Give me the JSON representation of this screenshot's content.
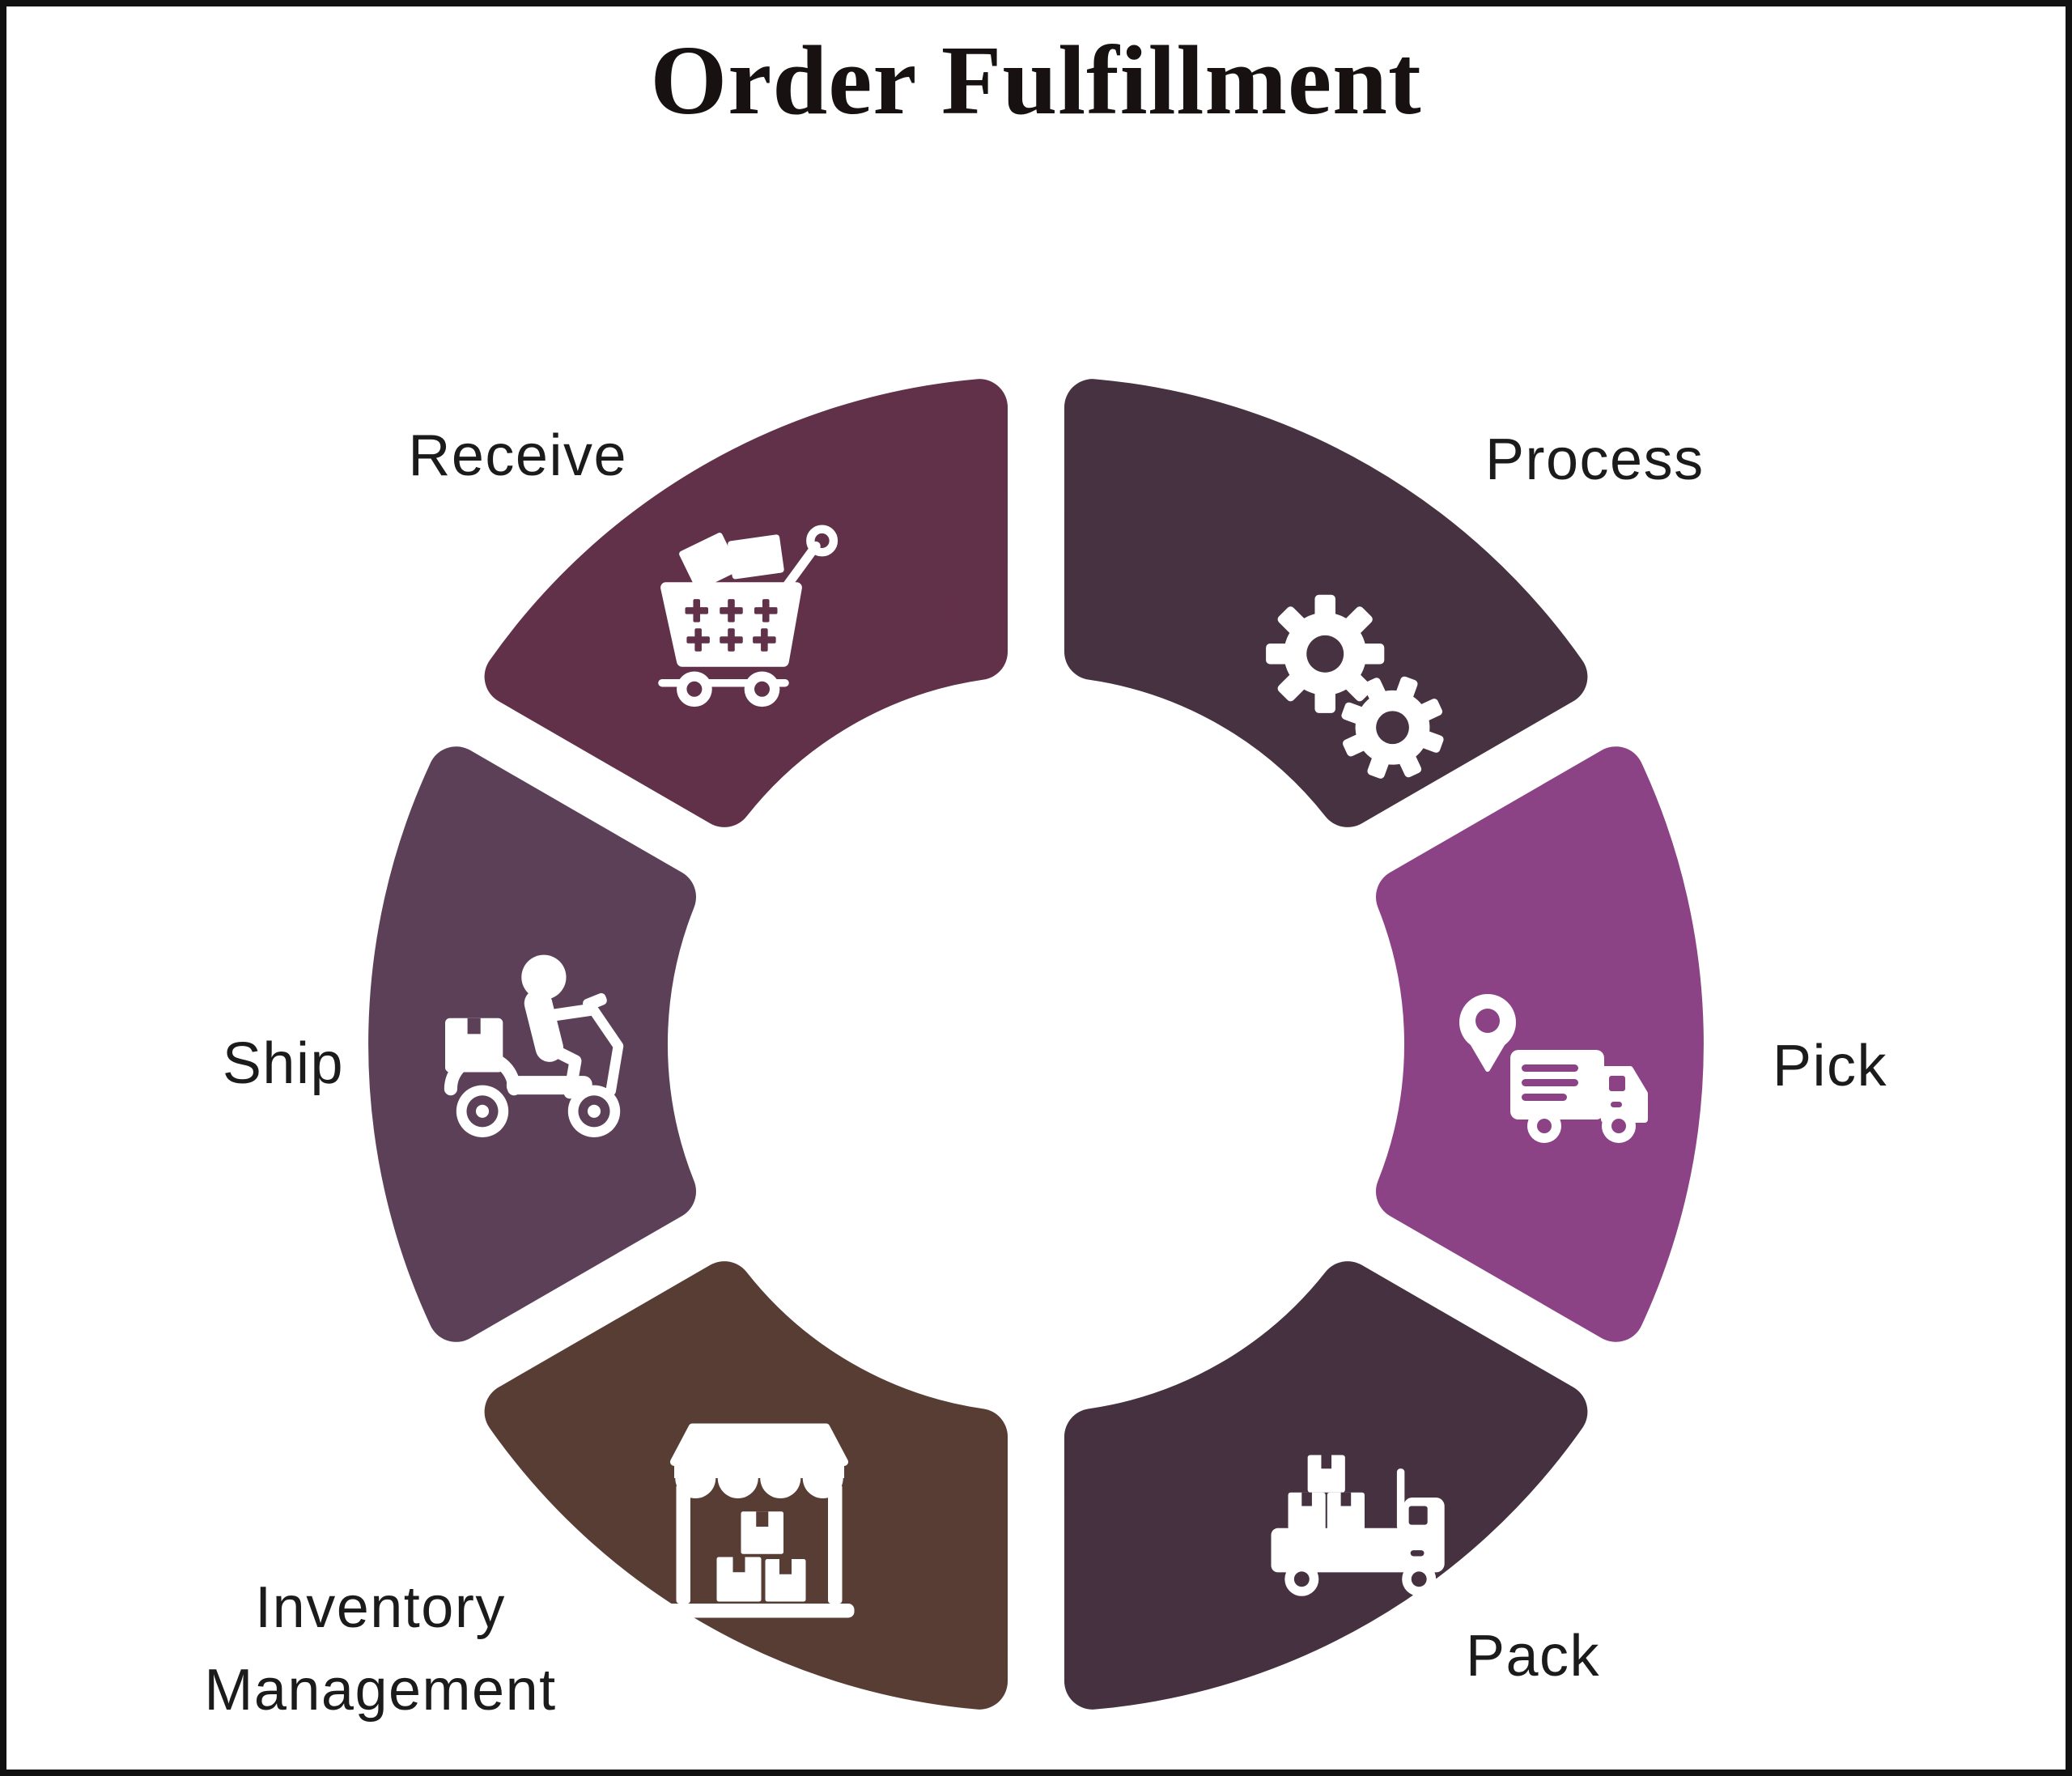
{
  "title": "Order Fulfillment",
  "canvas": {
    "background": "#ffffff",
    "border_color": "#111111"
  },
  "segments": [
    {
      "id": "receive",
      "label": "Receive",
      "color": "#613049",
      "icon": "shopping-cart-icon"
    },
    {
      "id": "process",
      "label": "Process",
      "color": "#463241",
      "icon": "gears-icon"
    },
    {
      "id": "pick",
      "label": "Pick",
      "color": "#8B4385",
      "icon": "delivery-truck-location-icon"
    },
    {
      "id": "pack",
      "label": "Pack",
      "color": "#453140",
      "icon": "truck-loaded-boxes-icon"
    },
    {
      "id": "inventory-management",
      "label": "Inventory Management",
      "color": "#583D34",
      "icon": "storefront-boxes-icon"
    },
    {
      "id": "ship",
      "label": "Ship",
      "color": "#5C4058",
      "icon": "delivery-scooter-icon"
    }
  ]
}
